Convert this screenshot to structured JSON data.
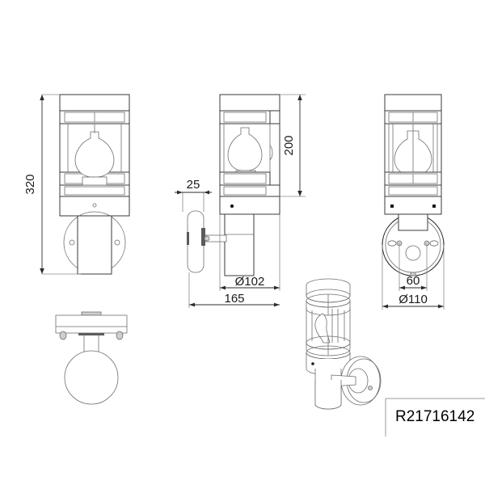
{
  "drawing": {
    "title": "Wall lamp technical drawing",
    "product_code": "R21716142",
    "background_color": "#ffffff",
    "line_color": "#3a3a3a",
    "text_color": "#1a1a1a"
  },
  "dimensions": {
    "front_height": "320",
    "side_lamp_height": "200",
    "wall_plate_thickness": "25",
    "lamp_diameter": "Ø102",
    "total_projection": "165",
    "mount_hole_spacing": "60",
    "base_plate_diameter": "Ø110"
  },
  "views": {
    "front": {
      "name": "front-elevation-view",
      "label": "320"
    },
    "side": {
      "name": "side-elevation-view",
      "labels": [
        "25",
        "200",
        "Ø102",
        "165"
      ]
    },
    "rear": {
      "name": "rear-elevation-view",
      "labels": [
        "60",
        "Ø110"
      ]
    },
    "bottom": {
      "name": "bottom-plan-view"
    },
    "perspective": {
      "name": "perspective-3d-view"
    }
  },
  "label_box": {
    "name": "product-code-box",
    "text": "R21716142"
  }
}
